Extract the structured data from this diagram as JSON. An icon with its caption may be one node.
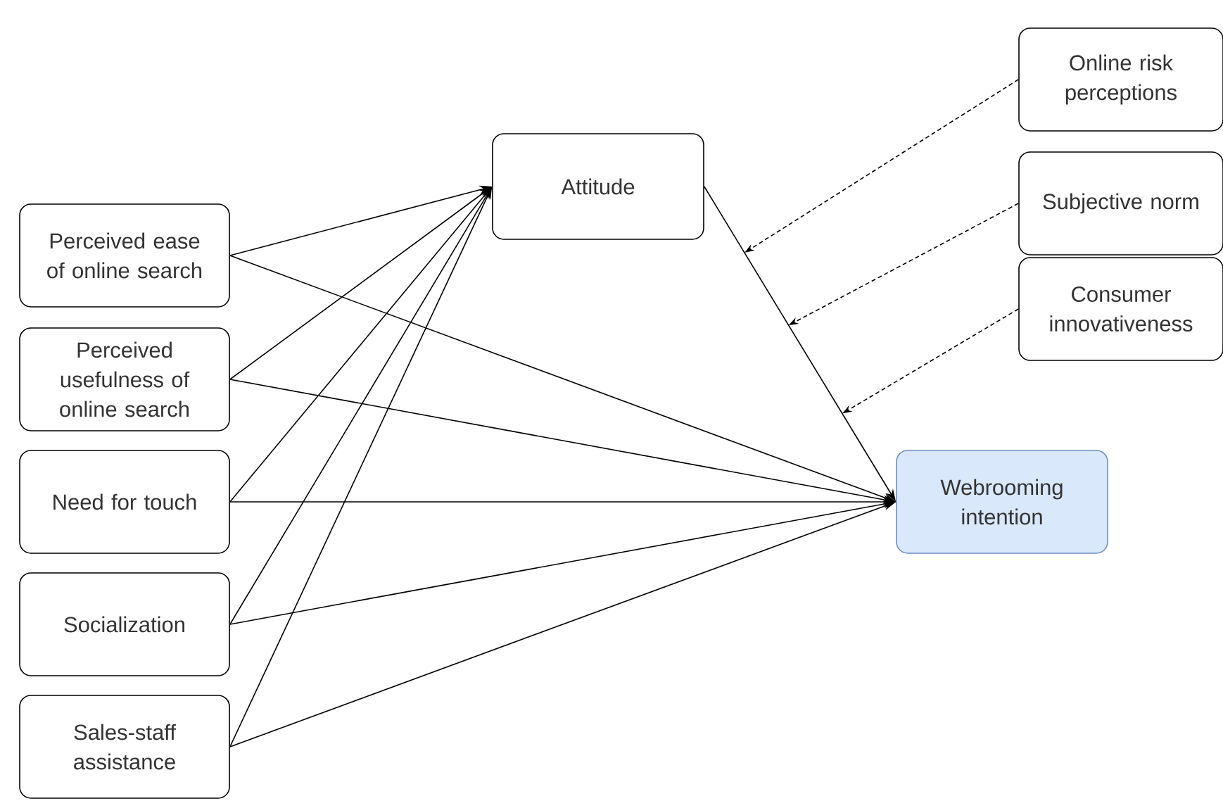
{
  "diagram": {
    "nodes": [
      {
        "text": [
          "Perceived ease of online search"
        ]
      },
      {
        "text": [
          "Perceived usefulness of online search"
        ]
      },
      {
        "text": [
          "Need for touch"
        ]
      },
      {
        "text": [
          "Socialization"
        ]
      },
      {
        "text": [
          "Sales-staff assistance"
        ]
      },
      {
        "text": [
          "Attitude"
        ]
      },
      {
        "text": [
          "Webrooming intention"
        ]
      },
      {
        "text": [
          "Online risk perceptions"
        ]
      },
      {
        "text": [
          "Subjective norm"
        ]
      },
      {
        "text": [
          "Consumer innovativeness"
        ]
      }
    ],
    "edges": [
      {
        "from": 0,
        "to": 5,
        "arrow": "to"
      },
      {
        "from": 1,
        "to": 5,
        "arrow": "to"
      },
      {
        "from": 2,
        "to": 5,
        "arrow": "to"
      },
      {
        "from": 3,
        "to": 5,
        "arrow": "to"
      },
      {
        "from": 4,
        "to": 5,
        "arrow": "to"
      },
      {
        "from": 0,
        "to": 6,
        "arrow": "to"
      },
      {
        "from": 1,
        "to": 6,
        "arrow": "to"
      },
      {
        "from": 2,
        "to": 6,
        "arrow": "to"
      },
      {
        "from": 3,
        "to": 6,
        "arrow": "to"
      },
      {
        "from": 4,
        "to": 6,
        "arrow": "to"
      },
      {
        "from": 5,
        "to": 6,
        "arrow": "to"
      },
      {
        "from": 7,
        "to": null,
        "arrow": "to",
        "style": "dashed"
      },
      {
        "from": 8,
        "to": null,
        "arrow": "to",
        "style": "dashed"
      },
      {
        "from": 9,
        "to": null,
        "arrow": "to",
        "style": "dashed"
      }
    ]
  }
}
